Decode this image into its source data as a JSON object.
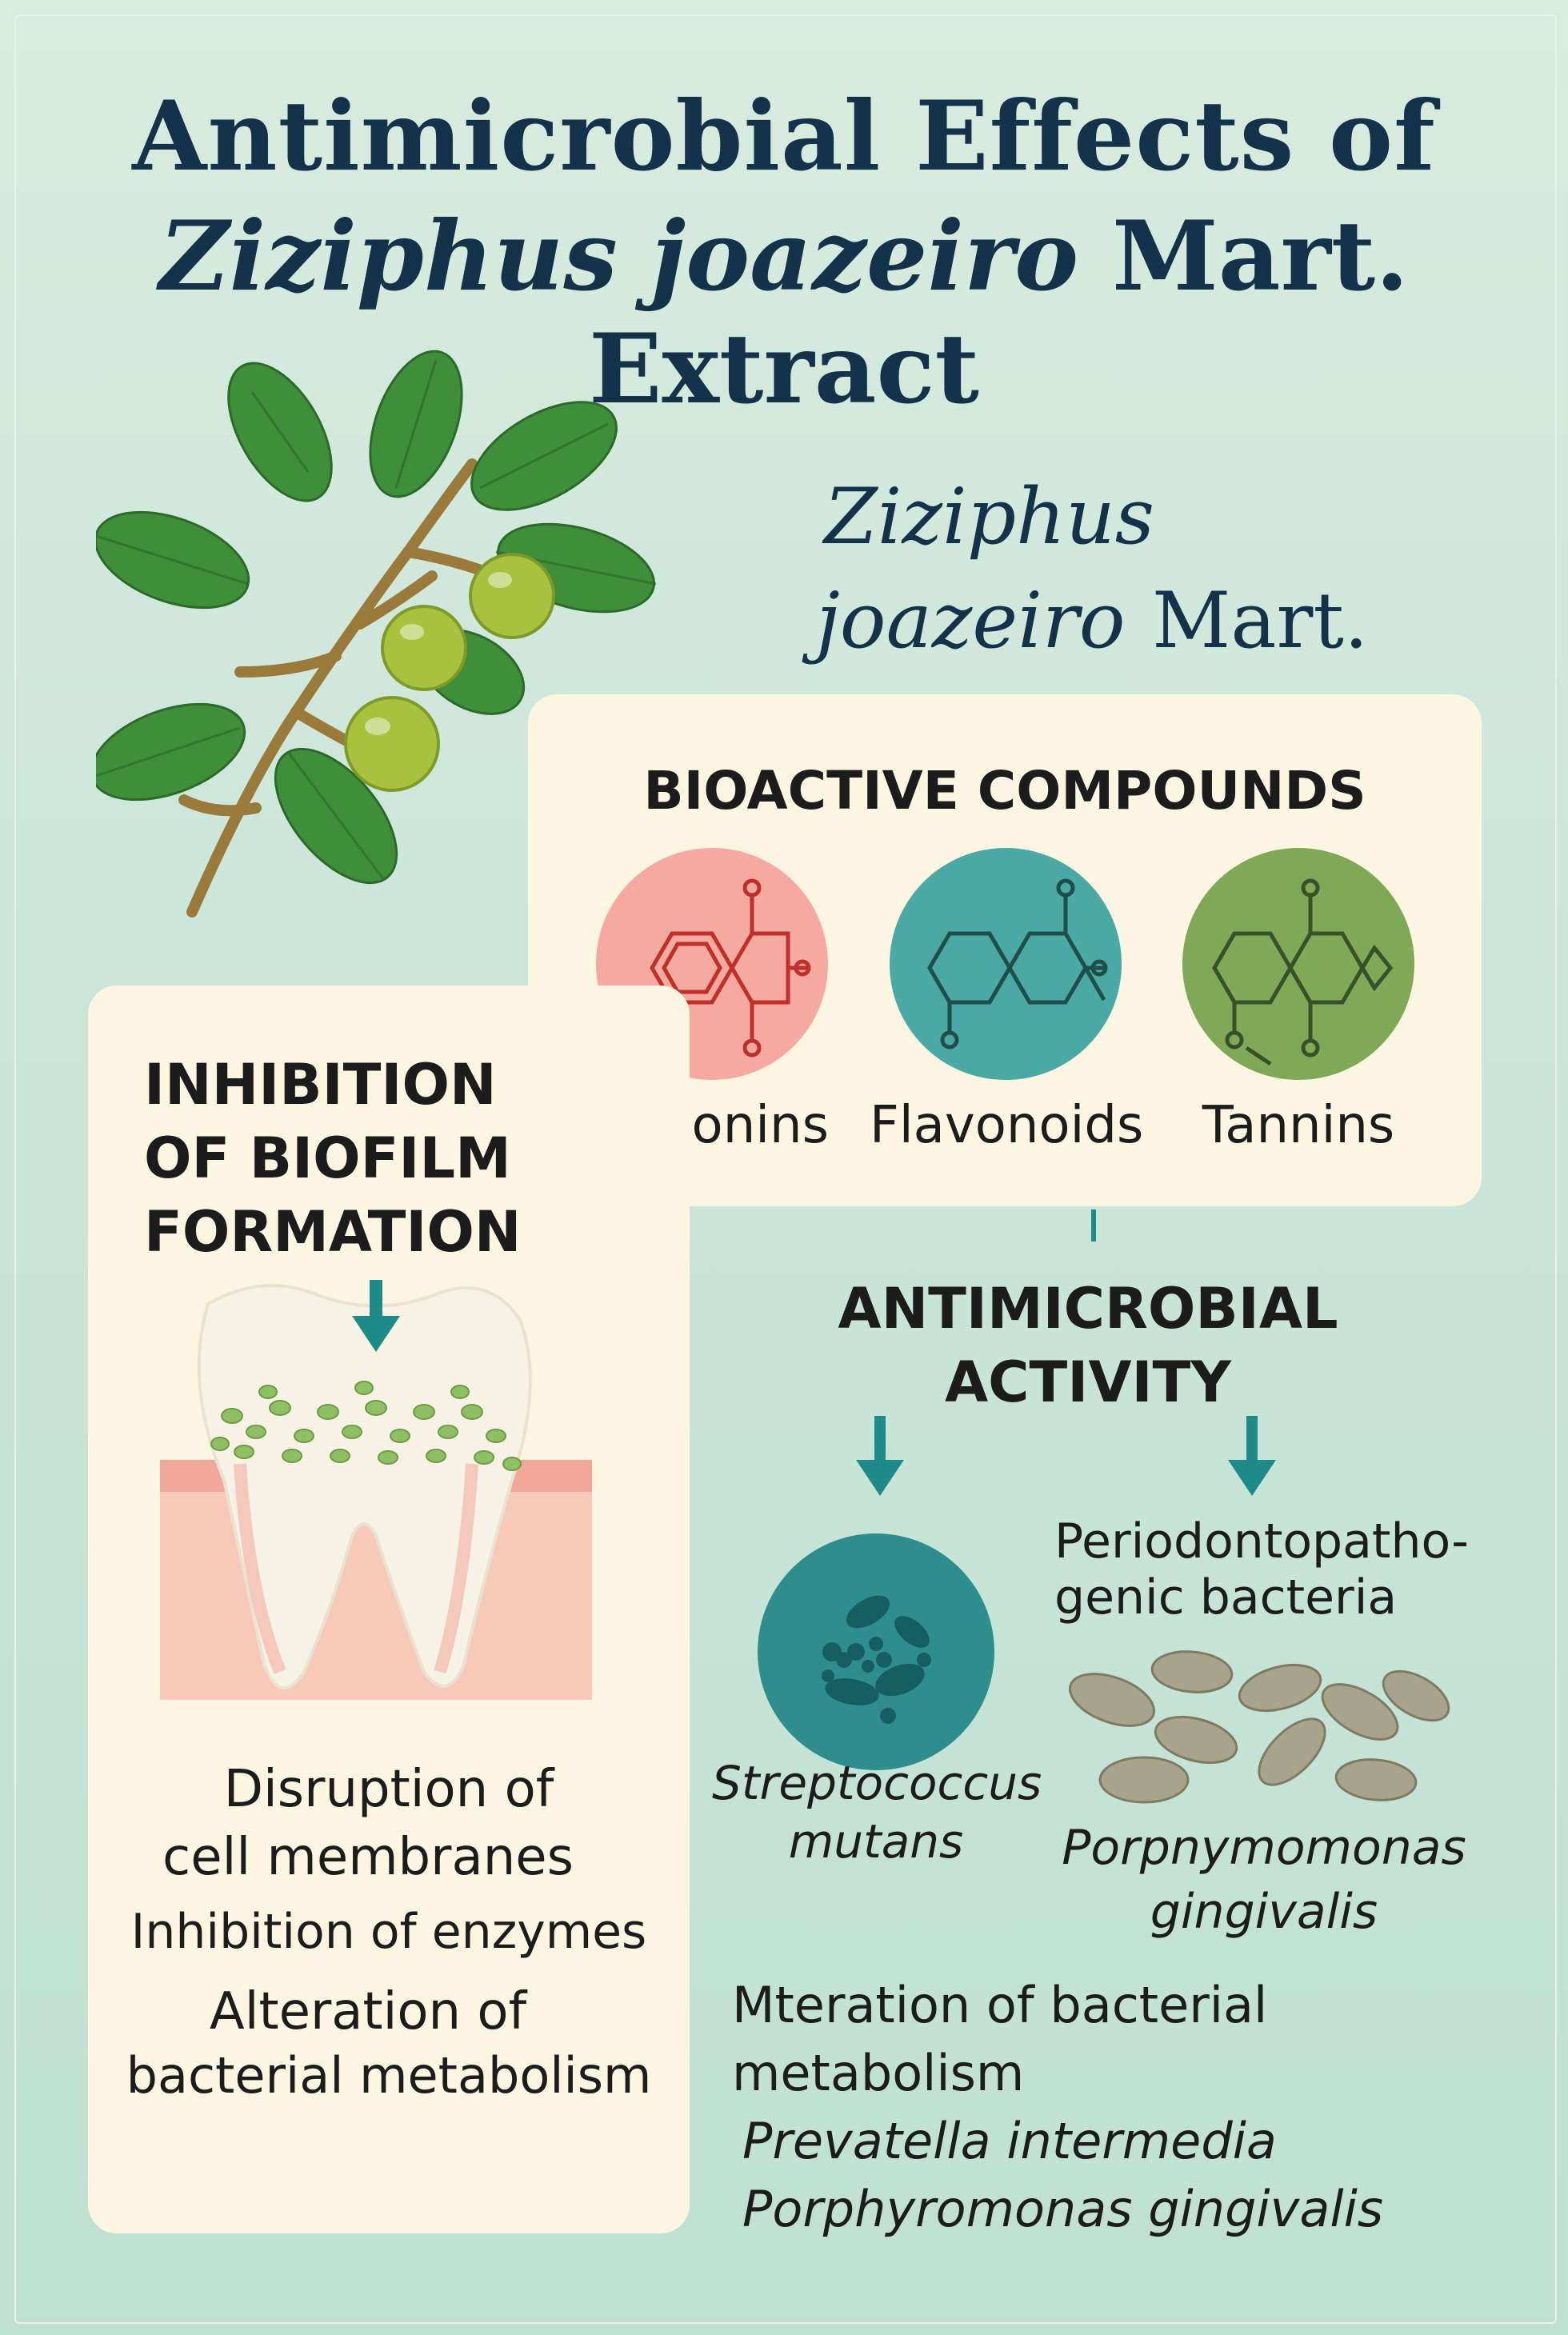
{
  "title": {
    "line1": "Antimicrobial Effects of",
    "line2_italic": "Ziziphus joazeiro",
    "line2_plain": " Mart. Extract"
  },
  "species_name": {
    "genus": "Ziziphus",
    "epithet": "joazeiro",
    "author": "Mart."
  },
  "bioactive": {
    "heading": "BIOACTIVE COMPOUNDS",
    "compounds": [
      {
        "label": "Saponins",
        "color": "#f5a9a0",
        "stroke": "#c0302a"
      },
      {
        "label": "Flavonoids",
        "color": "#4aa9a5",
        "stroke": "#1f4e4b"
      },
      {
        "label": "Tannins",
        "color": "#7fa957",
        "stroke": "#37512a"
      }
    ]
  },
  "biofilm": {
    "heading_lines": [
      "INHIBITION",
      "OF BIOFILM",
      "FORMATION"
    ],
    "mechanisms": [
      "Disruption of",
      "cell membranes",
      "Inhibition of enzymes",
      "Alteration of",
      "bacterial metabolism"
    ]
  },
  "antimicrobial": {
    "heading_lines": [
      "ANTIMICROBIAL",
      "ACTIVITY"
    ],
    "strep": {
      "line1": "Streptococcus",
      "line2": "mutans"
    },
    "perio": {
      "label_lines": [
        "Periodontopatho-",
        "genic bacteria"
      ],
      "species_line1": "Porpnymomonas",
      "species_line2": "gingivalis"
    },
    "bottom_lines": [
      "Mteration of bacterial",
      "metabolism"
    ],
    "bottom_italic": [
      "Prevatella intermedia",
      "Porphyromonas gingivalis"
    ]
  },
  "colors": {
    "title": "#14324a",
    "arrow": "#1e8a8a",
    "panel": "#fbf5e2",
    "leaf": "#3f8f3a",
    "fruit": "#a8c23e",
    "gum": "#f2a898",
    "plaque": "#8fbf63",
    "strep": "#2e8e8e",
    "perio": "#a8a48c"
  }
}
